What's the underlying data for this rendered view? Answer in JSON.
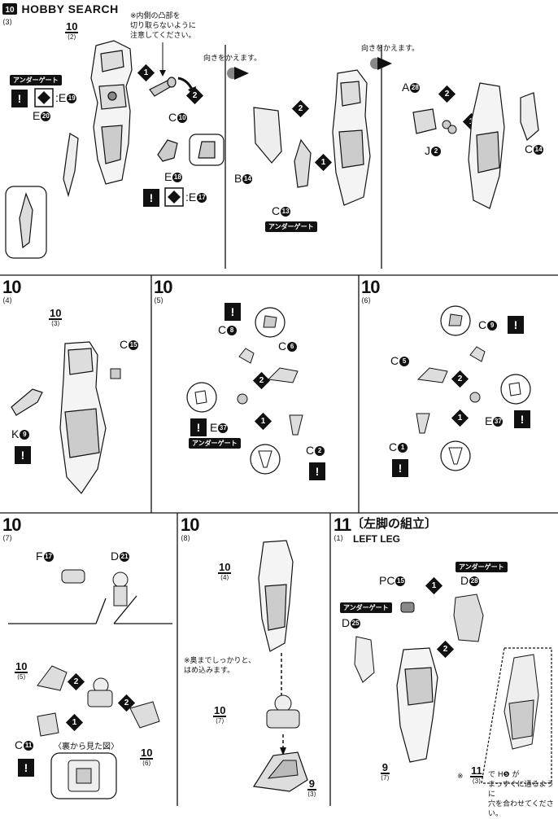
{
  "header": {
    "logo_text": "HOBBY SEARCH"
  },
  "sections": {
    "s10_3": {
      "step": "10",
      "sub": "⟨3⟩"
    },
    "s10_4": {
      "step": "10",
      "sub": "⟨4⟩"
    },
    "s10_5": {
      "step": "10",
      "sub": "⟨5⟩"
    },
    "s10_6": {
      "step": "10",
      "sub": "⟨6⟩"
    },
    "s10_7": {
      "step": "10",
      "sub": "⟨7⟩"
    },
    "s10_8": {
      "step": "10",
      "sub": "⟨8⟩"
    },
    "s11_1": {
      "step": "11",
      "title": "〔左脚の組立〕",
      "sub": "⟨1⟩",
      "subtitle": "LEFT LEG"
    }
  },
  "notes": {
    "top": "※内側の凸部を\n切り取らないように\n注意してください。",
    "turn_1": "向きをかえます。",
    "turn_2": "向きをかえます。",
    "press_in": "※奥までしっかりと、\nはめ込みます。",
    "back_view": "〈裏から見た図〉",
    "align_prefix": "※",
    "align_text": "で H❺ が\nまっすぐに通るように\n穴を合わせてください。"
  },
  "undergate": "アンダーゲート",
  "parts": {
    "p1": {
      "letter": "C",
      "num": "10"
    },
    "p2": {
      "letter": "E",
      "num": "20"
    },
    "p3": {
      "letter": "E",
      "num": "19"
    },
    "p4": {
      "letter": "E",
      "num": "18"
    },
    "p5": {
      "letter": "E",
      "num": "17"
    },
    "p6": {
      "letter": "B",
      "num": "14"
    },
    "p7": {
      "letter": "C",
      "num": "13"
    },
    "p8": {
      "letter": "A",
      "num": "28"
    },
    "p9": {
      "letter": "J",
      "num": "2"
    },
    "p10": {
      "letter": "C",
      "num": "14"
    },
    "p11": {
      "letter": "C",
      "num": "15"
    },
    "p12": {
      "letter": "K",
      "num": "9"
    },
    "p13": {
      "letter": "C",
      "num": "8"
    },
    "p14": {
      "letter": "C",
      "num": "6"
    },
    "p15": {
      "letter": "E",
      "num": "37"
    },
    "p16": {
      "letter": "C",
      "num": "2"
    },
    "p17": {
      "letter": "C",
      "num": "9"
    },
    "p18": {
      "letter": "C",
      "num": "5"
    },
    "p19": {
      "letter": "E",
      "num": "37"
    },
    "p20": {
      "letter": "C",
      "num": "1"
    },
    "p21": {
      "letter": "F",
      "num": "17"
    },
    "p22": {
      "letter": "D",
      "num": "21"
    },
    "p23": {
      "letter": "C",
      "num": "11"
    },
    "p24": {
      "letter": "PC",
      "num": "15"
    },
    "p25": {
      "letter": "D",
      "num": "28"
    },
    "p26": {
      "letter": "D",
      "num": "25"
    }
  },
  "refs": {
    "r1": {
      "n": "10",
      "s": "⟨2⟩"
    },
    "r2": {
      "n": "10",
      "s": "⟨3⟩"
    },
    "r3": {
      "n": "10",
      "s": "⟨4⟩"
    },
    "r4": {
      "n": "10",
      "s": "⟨5⟩"
    },
    "r5": {
      "n": "10",
      "s": "⟨6⟩"
    },
    "r6": {
      "n": "10",
      "s": "⟨7⟩"
    },
    "r7": {
      "n": "9",
      "s": "⟨3⟩"
    },
    "r8": {
      "n": "9",
      "s": "⟨7⟩"
    },
    "r9": {
      "n": "11",
      "s": "⟨3⟩"
    }
  },
  "order": {
    "one": "1",
    "two": "2"
  },
  "warning_mark": "!"
}
